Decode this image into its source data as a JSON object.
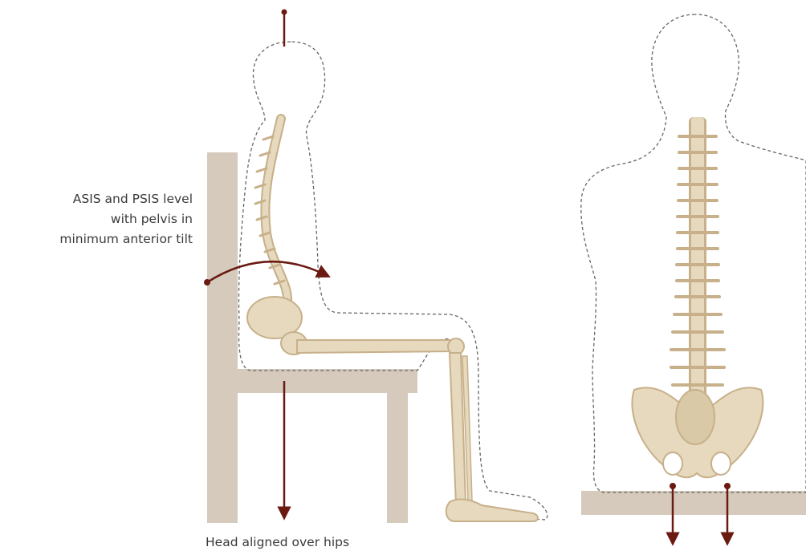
{
  "annotations": {
    "pelvis_label": {
      "lines": [
        "ASIS and PSIS level",
        "with pelvis in",
        "minimum anterior tilt"
      ]
    },
    "head_label": "Head aligned over hips"
  },
  "colors": {
    "bone": "#e6d9bd",
    "bone_shade": "#c7b08a",
    "chair": "#d5cabb",
    "arrow": "#6b1a12",
    "outline": "#666666"
  }
}
